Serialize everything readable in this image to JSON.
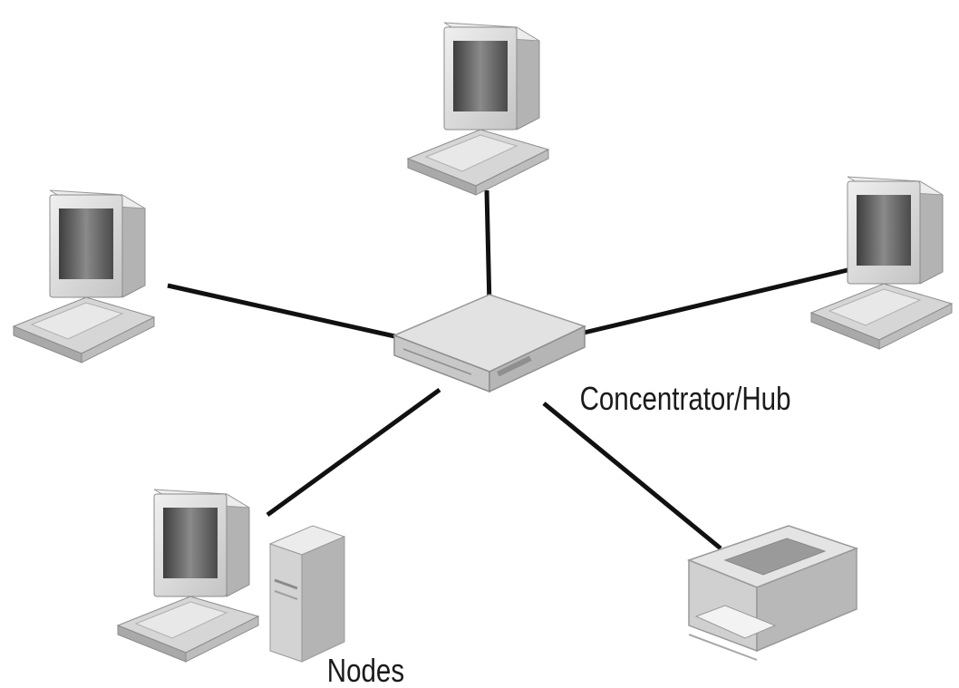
{
  "diagram": {
    "hub_label": "Concentrator/Hub",
    "nodes_label": "Nodes",
    "colors": {
      "device_light": "#e6e6e6",
      "device_mid": "#c9c9c9",
      "device_dark": "#9e9e9e",
      "screen": "#5a5a5a",
      "cable": "#111111",
      "text": "#1a1a1a"
    },
    "nodes": [
      {
        "name": "computer-top",
        "kind": "computer-icon"
      },
      {
        "name": "computer-left",
        "kind": "computer-icon"
      },
      {
        "name": "computer-right",
        "kind": "computer-icon"
      },
      {
        "name": "computer-bottom-left",
        "kind": "computer-with-tower-icon"
      },
      {
        "name": "printer-bottom-right",
        "kind": "printer-icon"
      }
    ]
  }
}
